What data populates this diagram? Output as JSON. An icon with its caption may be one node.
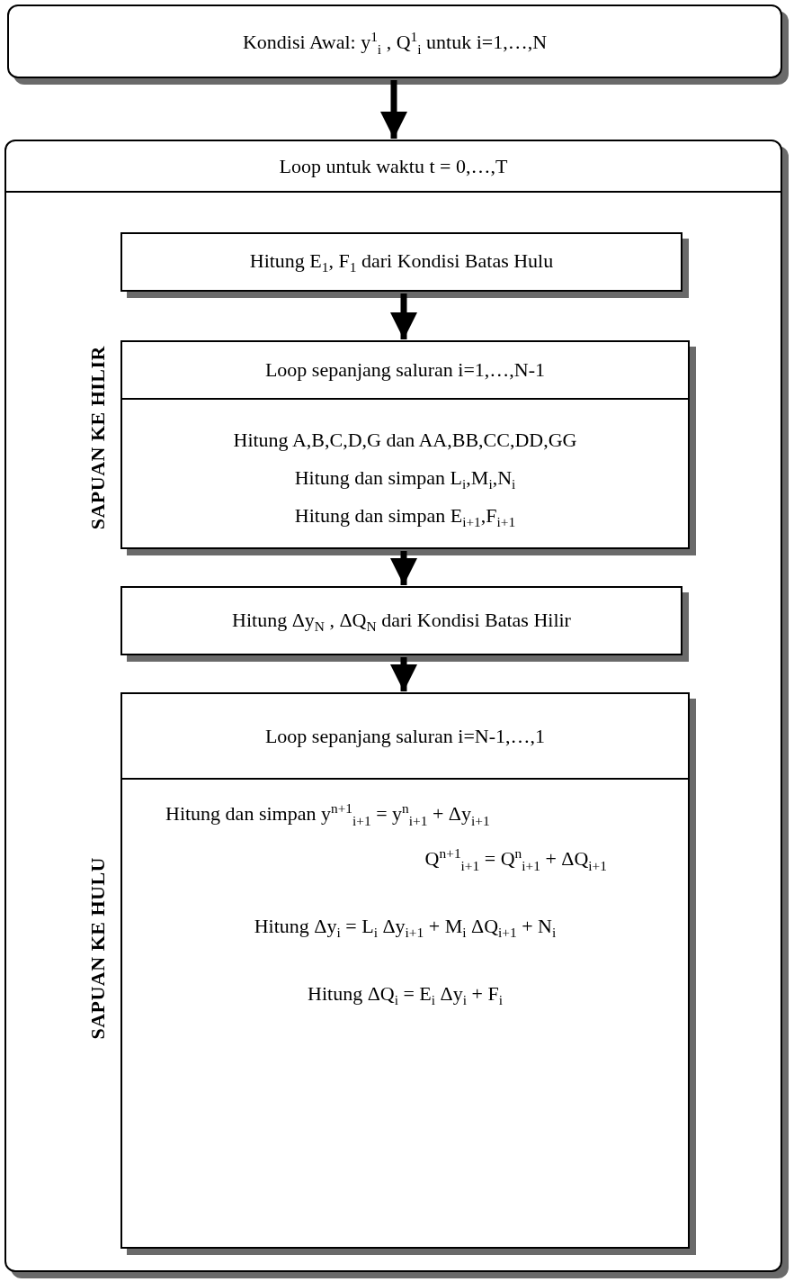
{
  "diagram": {
    "nodes": [
      {
        "text": [
          "Kondisi Awal:  y$^{1}$$_{i}$ , Q$^{1}$$_{i}$ untuk  i=1,…,N"
        ]
      },
      {
        "text": [
          "Loop untuk waktu  t = 0,…,T"
        ]
      },
      {
        "text": [
          "Hitung E$_{1}$, F$_{1}$ dari Kondisi Batas Hulu"
        ],
        "in": 1
      },
      {
        "text": [
          "Loop sepanjang saluran i=1,…,N-1",
          "Hitung A,B,C,D,G dan AA,BB,CC,DD,GG",
          "Hitung dan simpan  L$_{i}$,M$_{i}$,N$_{i}$",
          "Hitung dan simpan  E$_{i+1}$,F$_{i+1}$"
        ],
        "beside": [
          "SAPUAN KE HILIR"
        ],
        "in": 1
      },
      {
        "text": [
          "Hitung Δy$_{N}$ , ΔQ$_{N}$ dari Kondisi Batas Hilir"
        ],
        "in": 1
      },
      {
        "text": [
          "Loop sepanjang saluran  i=N-1,…,1",
          "Hitung dan simpan    y$^{n+1}$$_{i+1}$ = y$^{n}$$_{i+1}$ + Δy$_{i+1}$",
          "Q$^{n+1}$$_{i+1}$ = Q$^{n}$$_{i+1}$ + ΔQ$_{i+1}$",
          "Hitung Δy$_{i}$ =  L$_{i}$ Δy$_{i+1}$ + M$_{i}$ ΔQ$_{i+1}$ + N$_{i}$",
          "Hitung   ΔQ$_{i}$ = E$_{i}$ Δy$_{i}$  + F$_{i}$"
        ],
        "beside": [
          "SAPUAN KE HULU"
        ],
        "in": 1
      }
    ],
    "edges": [
      {
        "from": 0,
        "to": 1,
        "arrow": "to"
      },
      {
        "from": 2,
        "to": 3,
        "arrow": "to"
      },
      {
        "from": 3,
        "to": 4,
        "arrow": "to"
      },
      {
        "from": 4,
        "to": 5,
        "arrow": "to"
      }
    ]
  }
}
